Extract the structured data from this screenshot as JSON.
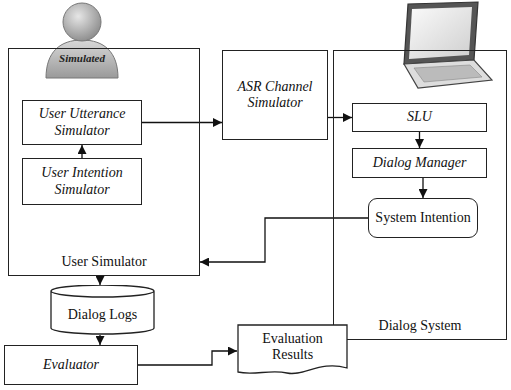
{
  "diagram": {
    "nodes": [
      {
        "text": [
          "User Simulator"
        ]
      },
      {
        "text": [
          "User Utterance Simulator"
        ],
        "in": 0
      },
      {
        "text": [
          "User Intention Simulator"
        ],
        "in": 0
      },
      {
        "text": [
          "ASR Channel Simulator"
        ]
      },
      {
        "text": [
          "Dialog System"
        ]
      },
      {
        "text": [
          "SLU"
        ],
        "in": 4
      },
      {
        "text": [
          "Dialog Manager"
        ],
        "in": 4
      },
      {
        "text": [
          "System Intention"
        ],
        "in": 4
      },
      {
        "text": [
          "Dialog Logs"
        ]
      },
      {
        "text": [
          "Evaluator"
        ]
      },
      {
        "text": [
          "Evaluation Results"
        ]
      }
    ],
    "edges": [
      {
        "from": 2,
        "to": 1,
        "arrow": "to"
      },
      {
        "from": 1,
        "to": 3,
        "arrow": "to"
      },
      {
        "from": 3,
        "to": 5,
        "arrow": "to"
      },
      {
        "from": 5,
        "to": 6,
        "arrow": "to"
      },
      {
        "from": 6,
        "to": 7,
        "arrow": "to"
      },
      {
        "from": 7,
        "to": 0,
        "arrow": "to"
      },
      {
        "from": 0,
        "to": 8,
        "arrow": "to"
      },
      {
        "from": 8,
        "to": 9,
        "arrow": "to"
      },
      {
        "from": 9,
        "to": 10,
        "arrow": "to"
      }
    ],
    "labels": [
      "Simulated"
    ]
  }
}
